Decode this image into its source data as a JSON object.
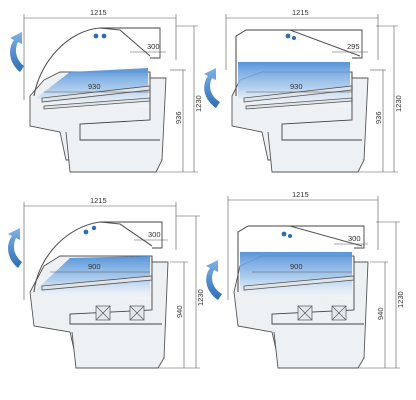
{
  "panels": [
    {
      "id": "top-left",
      "width": "1215",
      "height": "1230",
      "depth": "936",
      "inner_width": "930",
      "shelf_width": "300",
      "crates": false
    },
    {
      "id": "top-right",
      "width": "1215",
      "height": "1230",
      "depth": "936",
      "inner_width": "930",
      "shelf_width": "295",
      "crates": false
    },
    {
      "id": "bottom-left",
      "width": "1215",
      "height": "1230",
      "depth": "940",
      "inner_width": "900",
      "shelf_width": "300",
      "crates": true
    },
    {
      "id": "bottom-right",
      "width": "1215",
      "height": "1230",
      "depth": "940",
      "inner_width": "900",
      "shelf_width": "300",
      "crates": true
    }
  ],
  "colors": {
    "airflow_arrow": "#3d7fc4",
    "cold_zone_top": "#4f8fd6",
    "cold_zone_bottom": "#ffffff",
    "outline": "#555555",
    "cabinet_fill": "#eef1f4"
  },
  "icons": {
    "airflow": "curved-arrow-icon",
    "fan": "fan-icon",
    "crate": "crate-icon"
  }
}
